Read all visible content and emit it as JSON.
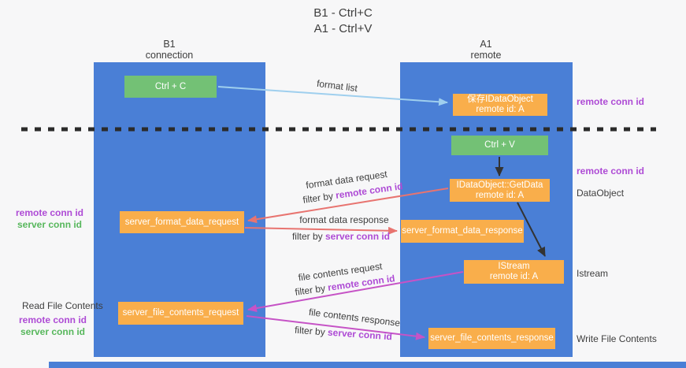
{
  "title": {
    "line1": "B1 - Ctrl+C",
    "line2": "A1 - Ctrl+V"
  },
  "lifelines": {
    "left": {
      "name": "B1",
      "role": "connection"
    },
    "right": {
      "name": "A1",
      "role": "remote"
    }
  },
  "boxes": {
    "ctrl_c": {
      "label": "Ctrl + C"
    },
    "ctrl_v": {
      "label": "Ctrl + V"
    },
    "save_dataobject": {
      "line1": "保存IDataObject",
      "line2": "remote id: A"
    },
    "getdata": {
      "line1": "IDataObject::GetData",
      "line2": "remote id: A"
    },
    "istream": {
      "line1": "IStream",
      "line2": "remote id: A"
    },
    "server_format_data_request": {
      "label": "server_format_data_request"
    },
    "server_format_data_response": {
      "label": "server_format_data_response"
    },
    "server_file_contents_request": {
      "label": "server_file_contents_request"
    },
    "server_file_contents_response": {
      "label": "server_file_contents_response"
    }
  },
  "arrows": {
    "format_list": {
      "label": "format list",
      "color": "#9fcfee"
    },
    "format_data_request": {
      "label": "format data request",
      "filter_prefix": "filter by ",
      "filter_key": "remote conn id",
      "color": "#e87470"
    },
    "format_data_response": {
      "label": "format data response",
      "filter_prefix": "filter by ",
      "filter_key": "server conn id",
      "color": "#e87470"
    },
    "file_contents_request": {
      "label": "file contents request",
      "filter_prefix": "filter by ",
      "filter_key": "remote conn id",
      "color": "#c653c6"
    },
    "file_contents_response": {
      "label": "file contents response",
      "filter_prefix": "filter by ",
      "filter_key": "server conn id",
      "color": "#c653c6"
    }
  },
  "side_labels": {
    "right_top_remote_conn": "remote conn id",
    "right_mid_remote_conn": "remote conn id",
    "right_dataobject": "DataObject",
    "right_istream": "Istream",
    "right_write_file_contents": "Write File Contents",
    "left_mid_remote_conn": "remote conn id",
    "left_mid_server_conn": "server conn id",
    "left_read_file_contents": "Read File Contents",
    "left_bottom_remote_conn": "remote conn id",
    "left_bottom_server_conn": "server conn id"
  },
  "colors": {
    "background": "#f7f7f8",
    "lifeline_blue": "#4a7fd6",
    "box_green": "#73c175",
    "box_orange": "#f9ae4b",
    "arrow_light_blue": "#9fcfee",
    "arrow_salmon": "#e87470",
    "arrow_magenta": "#c653c6",
    "arrow_black": "#333333",
    "text_purple": "#ae4bd5",
    "text_green": "#57b75c",
    "text_dark": "#3d3d3d",
    "divider_black": "#2b2b2b"
  }
}
